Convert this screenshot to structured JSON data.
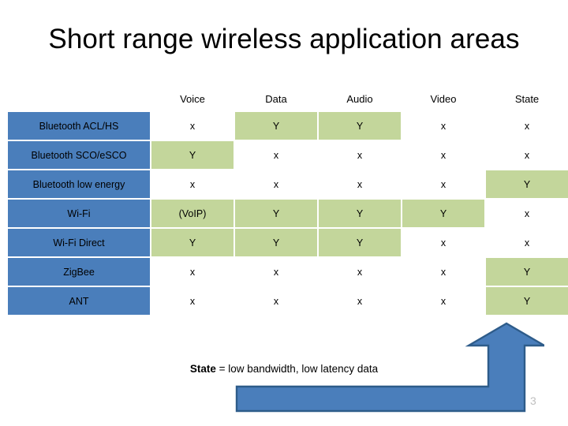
{
  "slide": {
    "title": "Short range wireless application areas",
    "page_number": "3"
  },
  "colors": {
    "row_label_blue": "#4A7EBB",
    "cell_green": "#C3D69B",
    "cell_white": "#FFFFFF",
    "arrow_fill": "#4A7EBB",
    "arrow_stroke": "#2E5C8A",
    "title_text": "#000000",
    "page_number_text": "#BFBFBF"
  },
  "table": {
    "corner_label": "",
    "columns": [
      "Voice",
      "Data",
      "Audio",
      "Video",
      "State"
    ],
    "rows": [
      {
        "label": "Bluetooth ACL/HS",
        "cells": [
          {
            "value": "x",
            "state": "off"
          },
          {
            "value": "Y",
            "state": "on"
          },
          {
            "value": "Y",
            "state": "on"
          },
          {
            "value": "x",
            "state": "off"
          },
          {
            "value": "x",
            "state": "off"
          }
        ]
      },
      {
        "label": "Bluetooth SCO/eSCO",
        "cells": [
          {
            "value": "Y",
            "state": "on"
          },
          {
            "value": "x",
            "state": "off"
          },
          {
            "value": "x",
            "state": "off"
          },
          {
            "value": "x",
            "state": "off"
          },
          {
            "value": "x",
            "state": "off"
          }
        ]
      },
      {
        "label": "Bluetooth low energy",
        "cells": [
          {
            "value": "x",
            "state": "off"
          },
          {
            "value": "x",
            "state": "off"
          },
          {
            "value": "x",
            "state": "off"
          },
          {
            "value": "x",
            "state": "off"
          },
          {
            "value": "Y",
            "state": "on"
          }
        ]
      },
      {
        "label": "Wi-Fi",
        "cells": [
          {
            "value": "(VoIP)",
            "state": "on"
          },
          {
            "value": "Y",
            "state": "on"
          },
          {
            "value": "Y",
            "state": "on"
          },
          {
            "value": "Y",
            "state": "on"
          },
          {
            "value": "x",
            "state": "off"
          }
        ]
      },
      {
        "label": "Wi-Fi Direct",
        "cells": [
          {
            "value": "Y",
            "state": "on"
          },
          {
            "value": "Y",
            "state": "on"
          },
          {
            "value": "Y",
            "state": "on"
          },
          {
            "value": "x",
            "state": "off"
          },
          {
            "value": "x",
            "state": "off"
          }
        ]
      },
      {
        "label": "ZigBee",
        "cells": [
          {
            "value": "x",
            "state": "off"
          },
          {
            "value": "x",
            "state": "off"
          },
          {
            "value": "x",
            "state": "off"
          },
          {
            "value": "x",
            "state": "off"
          },
          {
            "value": "Y",
            "state": "on"
          }
        ]
      },
      {
        "label": "ANT",
        "cells": [
          {
            "value": "x",
            "state": "off"
          },
          {
            "value": "x",
            "state": "off"
          },
          {
            "value": "x",
            "state": "off"
          },
          {
            "value": "x",
            "state": "off"
          },
          {
            "value": "Y",
            "state": "on"
          }
        ]
      }
    ]
  },
  "footnote": {
    "term": "State",
    "definition": " = low bandwidth, low latency data"
  },
  "graphics": {
    "bent_arrow_name": "bent-up-arrow-icon"
  }
}
